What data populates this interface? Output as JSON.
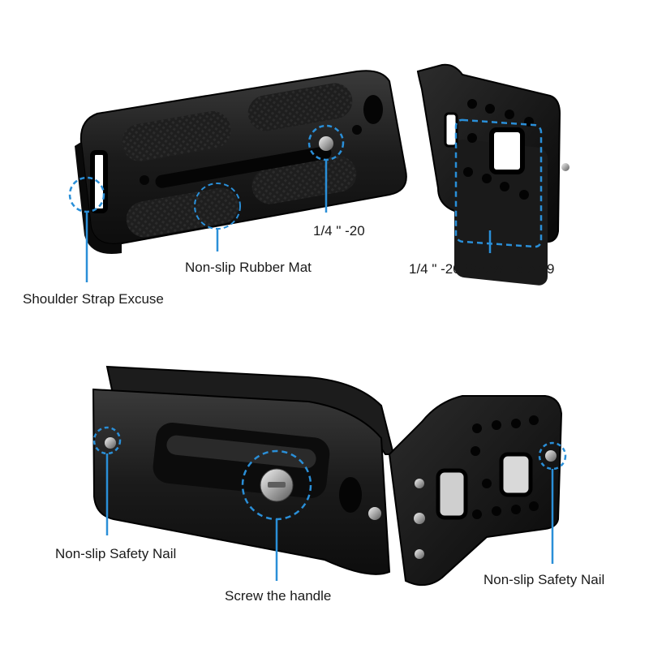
{
  "accent_color": "#2a8fd8",
  "product_color": "#141414",
  "labels": {
    "shoulder_strap": "Shoulder Strap Excuse",
    "rubber_mat": "Non-slip Rubber Mat",
    "screw_quarter": "1/4 \" -20",
    "screw_hole": "1/4 \" -20 Screw Hole ×9",
    "safety_nail_left": "Non-slip Safety Nail",
    "screw_handle": "Screw the handle",
    "safety_nail_right": "Non-slip Safety Nail"
  }
}
